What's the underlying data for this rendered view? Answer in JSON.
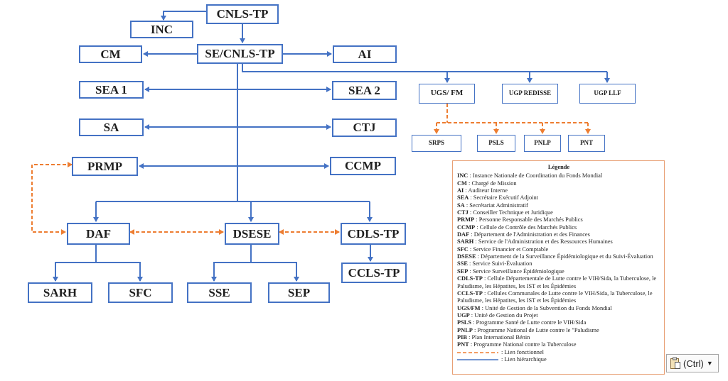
{
  "nodes": {
    "cnls": "CNLS-TP",
    "inc": "INC",
    "se": "SE/CNLS-TP",
    "cm": "CM",
    "ai": "AI",
    "sea1": "SEA 1",
    "sea2": "SEA 2",
    "sa": "SA",
    "ctj": "CTJ",
    "prmp": "PRMP",
    "ccmp": "CCMP",
    "ugs": "UGS/ FM",
    "ugp_redisse": "UGP REDISSE",
    "ugp_llf": "UGP LLF",
    "srps": "SRPS",
    "psls": "PSLS",
    "pnlp": "PNLP",
    "pnt": "PNT",
    "daf": "DAF",
    "dsese": "DSESE",
    "cdls": "CDLS-TP",
    "ccls": "CCLS-TP",
    "sarh": "SARH",
    "sfc": "SFC",
    "sse": "SSE",
    "sep": "SEP"
  },
  "colors": {
    "hierarchical": "#4472c4",
    "functional": "#ed7d31",
    "legend_border": "#e8a075"
  },
  "legend": {
    "title": "Légende",
    "entries": [
      {
        "abbr": "INC",
        "text": " : Instance Nationale de Coordination du Fonds Mondial"
      },
      {
        "abbr": "CM",
        "text": " : Chargé de Mission"
      },
      {
        "abbr": "AI",
        "text": " : Auditeur Interne"
      },
      {
        "abbr": "SEA",
        "text": " : Secrétaire Exécutif Adjoint"
      },
      {
        "abbr": "SA",
        "text": " : Secrétariat Administratif"
      },
      {
        "abbr": "CTJ",
        "text": " : Conseiller Technique et Juridique"
      },
      {
        "abbr": "PRMP",
        "text": " : Personne Responsable des Marchés Publics"
      },
      {
        "abbr": "CCMP",
        "text": " : Cellule de Contrôle des Marchés Publics"
      },
      {
        "abbr": "DAF",
        "text": " : Département de l'Administration et des Finances"
      },
      {
        "abbr": "SARH",
        "text": " : Service de l'Administration et des Ressources Humaines"
      },
      {
        "abbr": "SFC",
        "text": " : Service Financier et Comptable"
      },
      {
        "abbr": "DSESE",
        "text": " : Département de la Surveillance Épidémiologique et du Suivi-Évaluation"
      },
      {
        "abbr": "SSE",
        "text": " : Service Suivi-Évaluation"
      },
      {
        "abbr": "SEP",
        "text": " : Service Surveillance Épidémiologique"
      },
      {
        "abbr": "CDLS-TP",
        "text": " : Cellule Départementale de Lutte contre le VIH/Sida, la Tuberculose, le Paludisme, les Hépatites, les IST et les Épidémies"
      },
      {
        "abbr": "CCLS-TP",
        "text": " : Cellules Communales de Lutte contre le VIH/Sida, la Tuberculose, le Paludisme, les Hépatites, les IST et les Épidémies"
      },
      {
        "abbr": "UGS/FM",
        "text": " : Unité de Gestion de la Subvention du Fonds Mondial"
      },
      {
        "abbr": "UGP",
        "text": " : Unité de Gestion du Projet"
      },
      {
        "abbr": "PSLS",
        "text": " : Programme Santé de Lutte contre le VIH/Sida"
      },
      {
        "abbr": "PNLP",
        "text": " : Programme National de Lutte contre le \"Paludisme"
      },
      {
        "abbr": "PIB",
        "text": " : Plan International Bénin"
      },
      {
        "abbr": "PNT",
        "text": " : Programme National contre la Tuberculose"
      }
    ],
    "functional_label": ": Lien fonctionnel",
    "hierarchical_label": ": Lien hiérarchique"
  },
  "paste_options": {
    "label": "(Ctrl)",
    "icon": "clipboard-icon"
  }
}
